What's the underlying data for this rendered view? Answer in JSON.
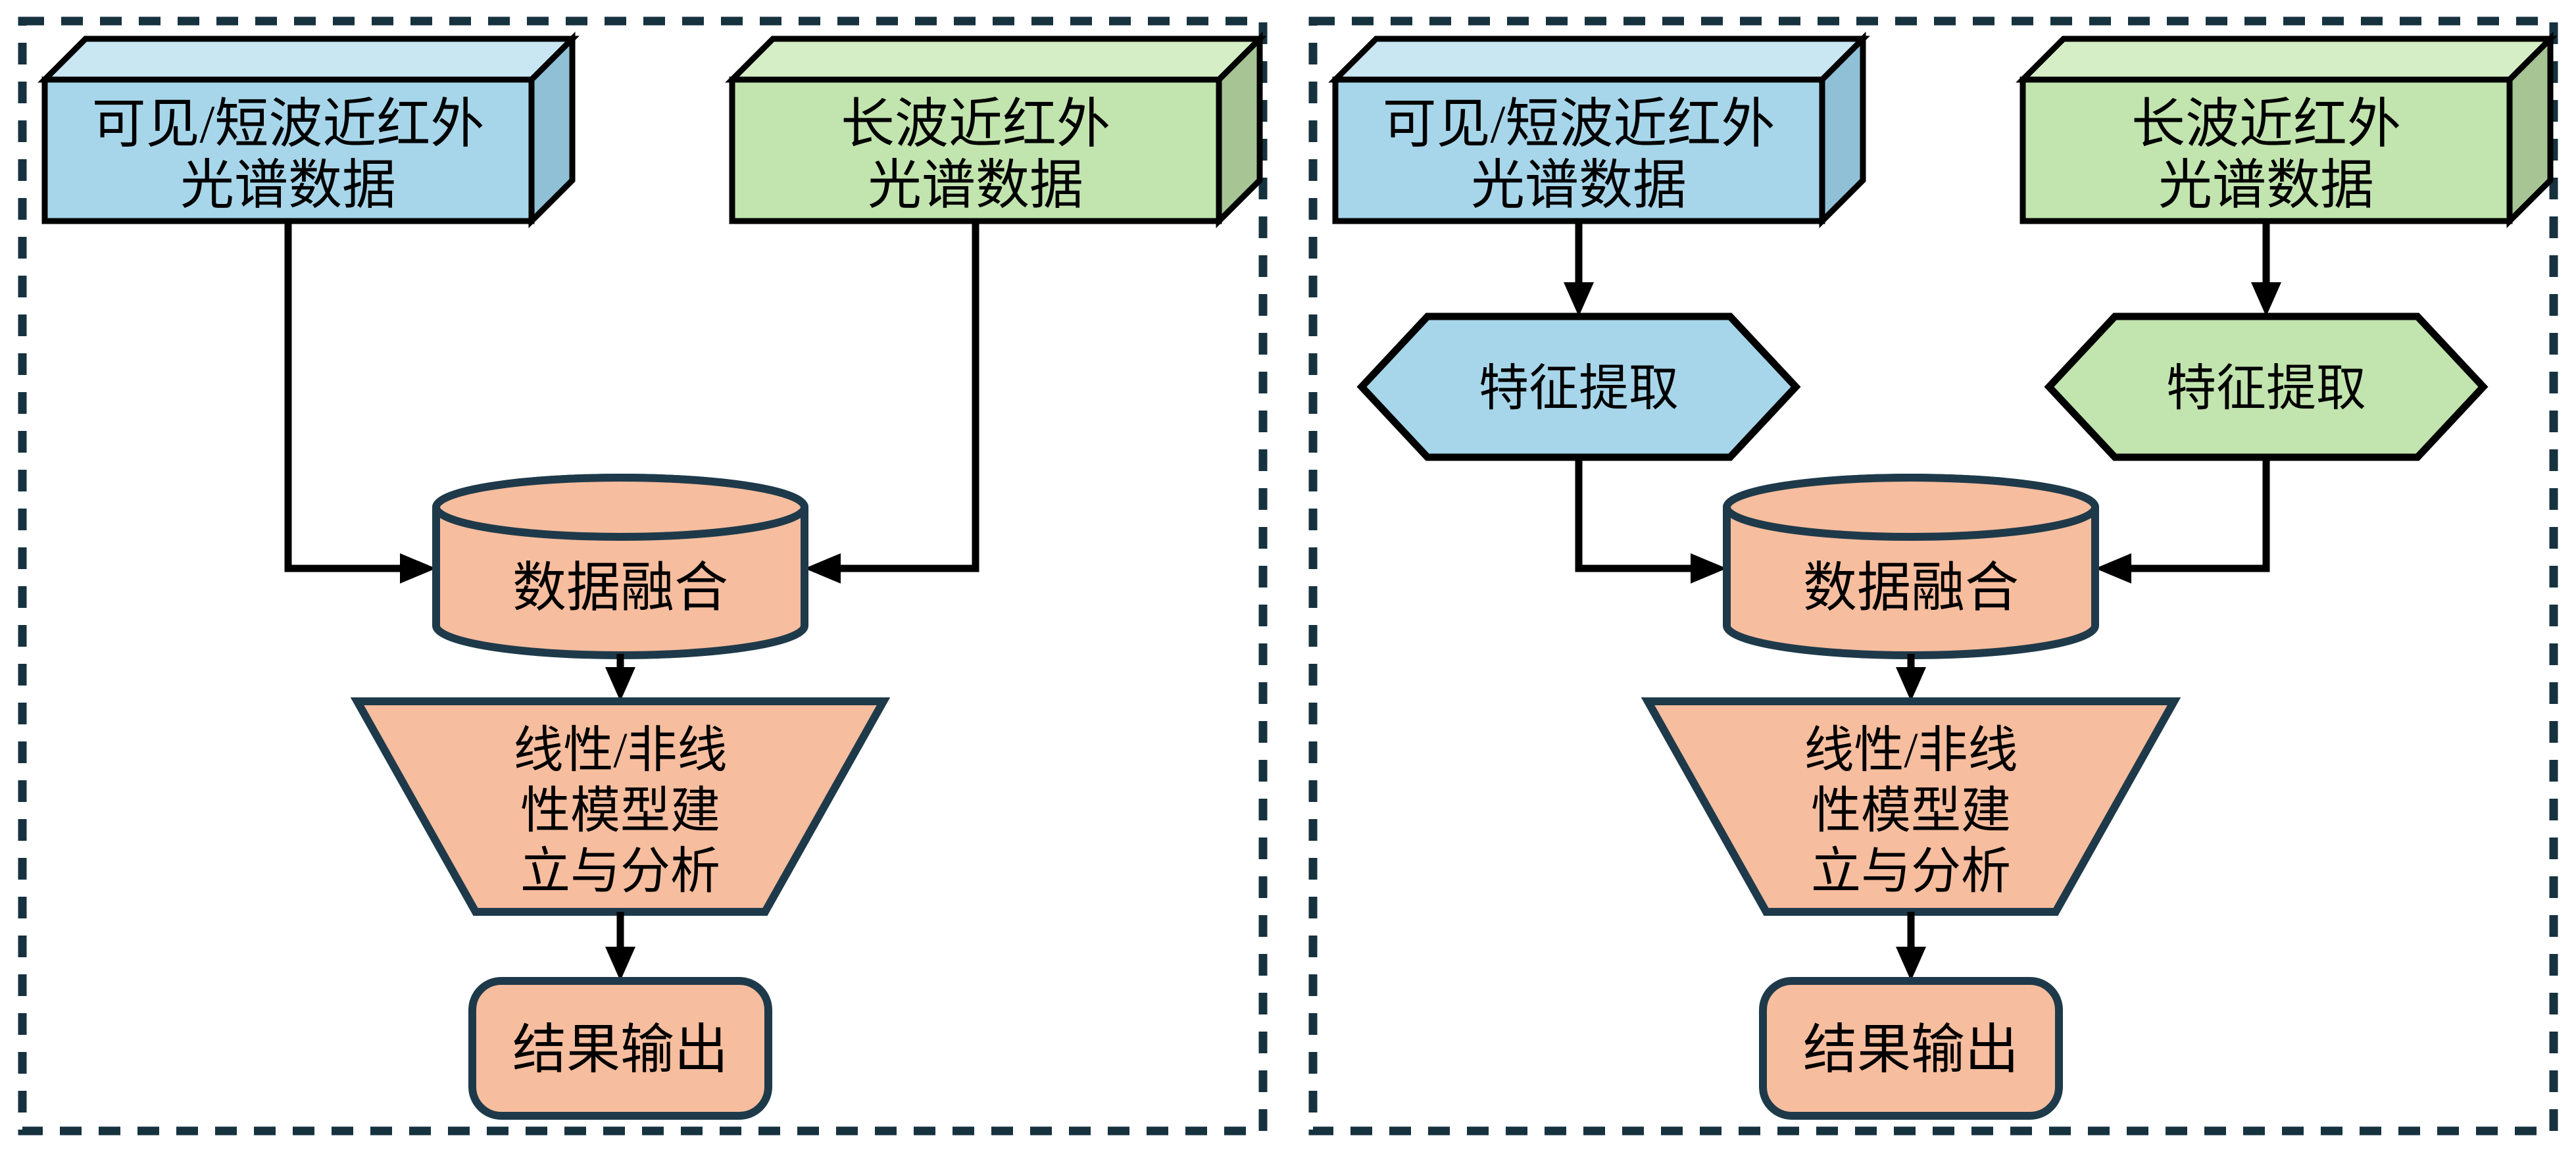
{
  "colors": {
    "panel_border": "#16323f",
    "shape_outline_teal": "#1e3a4a",
    "outline_black": "#000000",
    "blue_front": "#a7d6ea",
    "blue_top": "#c9e6f3",
    "blue_side": "#8fc0d6",
    "green_front": "#c2e4ae",
    "green_top": "#d6eec6",
    "green_side": "#a6c494",
    "salmon": "#f6bd9e"
  },
  "left_panel": {
    "vis_box": {
      "line1": "可见/短波近红外",
      "line2": "光谱数据"
    },
    "lw_box": {
      "line1": "长波近红外",
      "line2": "光谱数据"
    },
    "fusion_label": "数据融合",
    "model": {
      "line1": "线性/非线",
      "line2": "性模型建",
      "line3": "立与分析"
    },
    "output_label": "结果输出"
  },
  "right_panel": {
    "vis_box": {
      "line1": "可见/短波近红外",
      "line2": "光谱数据"
    },
    "lw_box": {
      "line1": "长波近红外",
      "line2": "光谱数据"
    },
    "vis_feature_label": "特征提取",
    "lw_feature_label": "特征提取",
    "fusion_label": "数据融合",
    "model": {
      "line1": "线性/非线",
      "line2": "性模型建",
      "line3": "立与分析"
    },
    "output_label": "结果输出"
  }
}
